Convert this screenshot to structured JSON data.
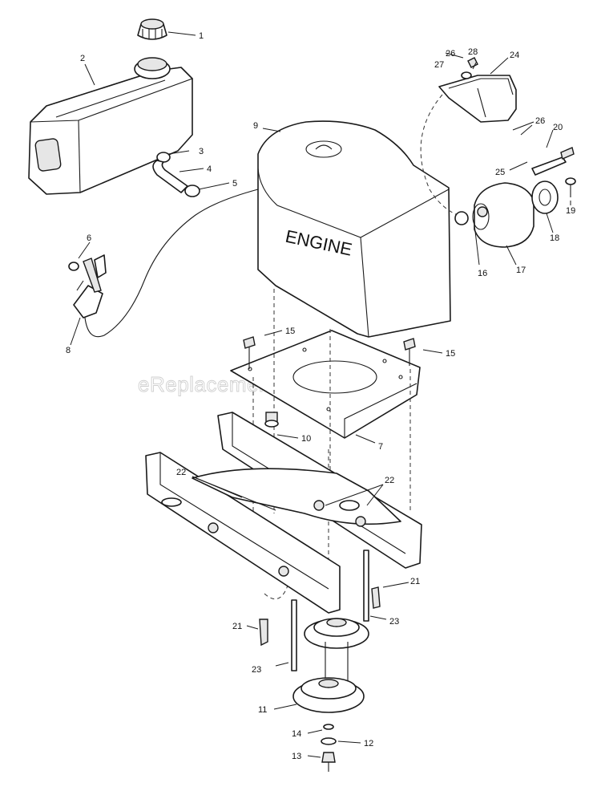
{
  "engine_label": "ENGINE",
  "watermark": "eReplacementParts.com",
  "callouts": {
    "c1": "1",
    "c2": "2",
    "c3": "3",
    "c4": "4",
    "c5": "5",
    "c6": "6",
    "c7": "7",
    "c8": "8",
    "c9": "9",
    "c10": "10",
    "c11": "11",
    "c12": "12",
    "c13": "13",
    "c14": "14",
    "c15a": "15",
    "c15b": "15",
    "c16": "16",
    "c17": "17",
    "c18": "18",
    "c19": "19",
    "c20": "20",
    "c21a": "21",
    "c21b": "21",
    "c22a": "22",
    "c22b": "22",
    "c23a": "23",
    "c23b": "23",
    "c24": "24",
    "c25": "25",
    "c26a": "26",
    "c26b": "26",
    "c27": "27",
    "c28": "28"
  }
}
